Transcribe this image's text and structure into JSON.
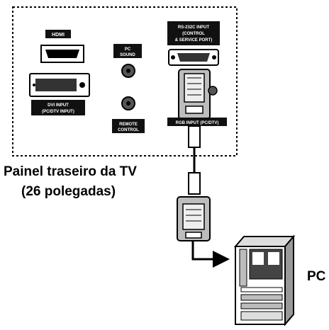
{
  "panel_labels": {
    "hdmi": "HDMI",
    "dvi": "DVI INPUT\n(PC/DTV INPUT)",
    "pc_sound": "PC\nSOUND",
    "remote_control": "REMOTE\nCONTROL",
    "rs232c": "RS-232C INPUT\n(CONTROL\n& SERVICE PORT)",
    "rgb_input": "RGB INPUT (PC/DTV)"
  },
  "caption": {
    "line1": "Painel traseiro da TV",
    "line2": "(26 polegadas)"
  },
  "pc_label": "PC",
  "colors": {
    "ink": "#000000",
    "paper": "#ffffff",
    "label_fill": "#111111",
    "label_text": "#ffffff",
    "metal": "#bdbdbd"
  },
  "icons": [
    "hdmi-port-icon",
    "dvi-port-icon",
    "audio-jack-icon",
    "remote-jack-icon",
    "serial-port-icon",
    "vga-connector-icon",
    "pc-tower-icon",
    "arrow-icon"
  ]
}
